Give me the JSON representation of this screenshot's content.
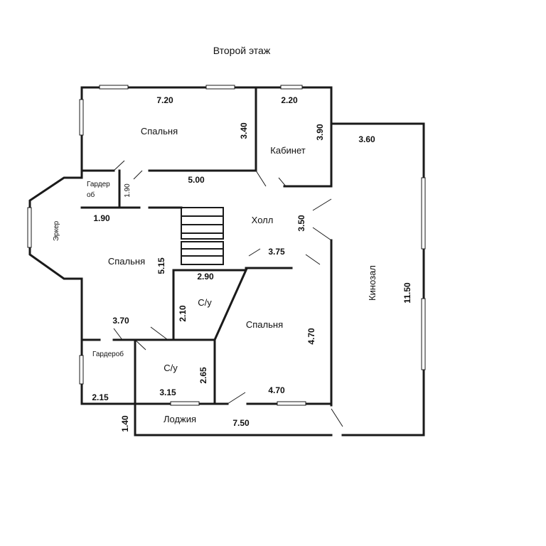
{
  "title": "Второй этаж",
  "rooms": {
    "bedroom_top": "Спальня",
    "office": "Кабинет",
    "wardrobe_small_line1": "Гардер",
    "wardrobe_small_line2": "об",
    "bay": "Эркер",
    "hall": "Холл",
    "bedroom_left": "Спальня",
    "bathroom_1": "С/у",
    "bedroom_right": "Спальня",
    "cinema": "Кинозал",
    "wardrobe": "Гардероб",
    "bathroom_2": "С/у",
    "loggia": "Лоджия"
  },
  "dimensions": {
    "d_7_20": "7.20",
    "d_2_20": "2.20",
    "d_3_40": "3.40",
    "d_3_90": "3.90",
    "d_3_60": "3.60",
    "d_5_00": "5.00",
    "d_1_90_v": "1.90",
    "d_1_90_h": "1.90",
    "d_3_50": "3.50",
    "d_3_75": "3.75",
    "d_5_15": "5.15",
    "d_2_90": "2.90",
    "d_2_10": "2.10",
    "d_11_50": "11.50",
    "d_3_70": "3.70",
    "d_4_70_v": "4.70",
    "d_2_65": "2.65",
    "d_2_15": "2.15",
    "d_3_15": "3.15",
    "d_4_70_h": "4.70",
    "d_1_40": "1.40",
    "d_7_50": "7.50"
  }
}
